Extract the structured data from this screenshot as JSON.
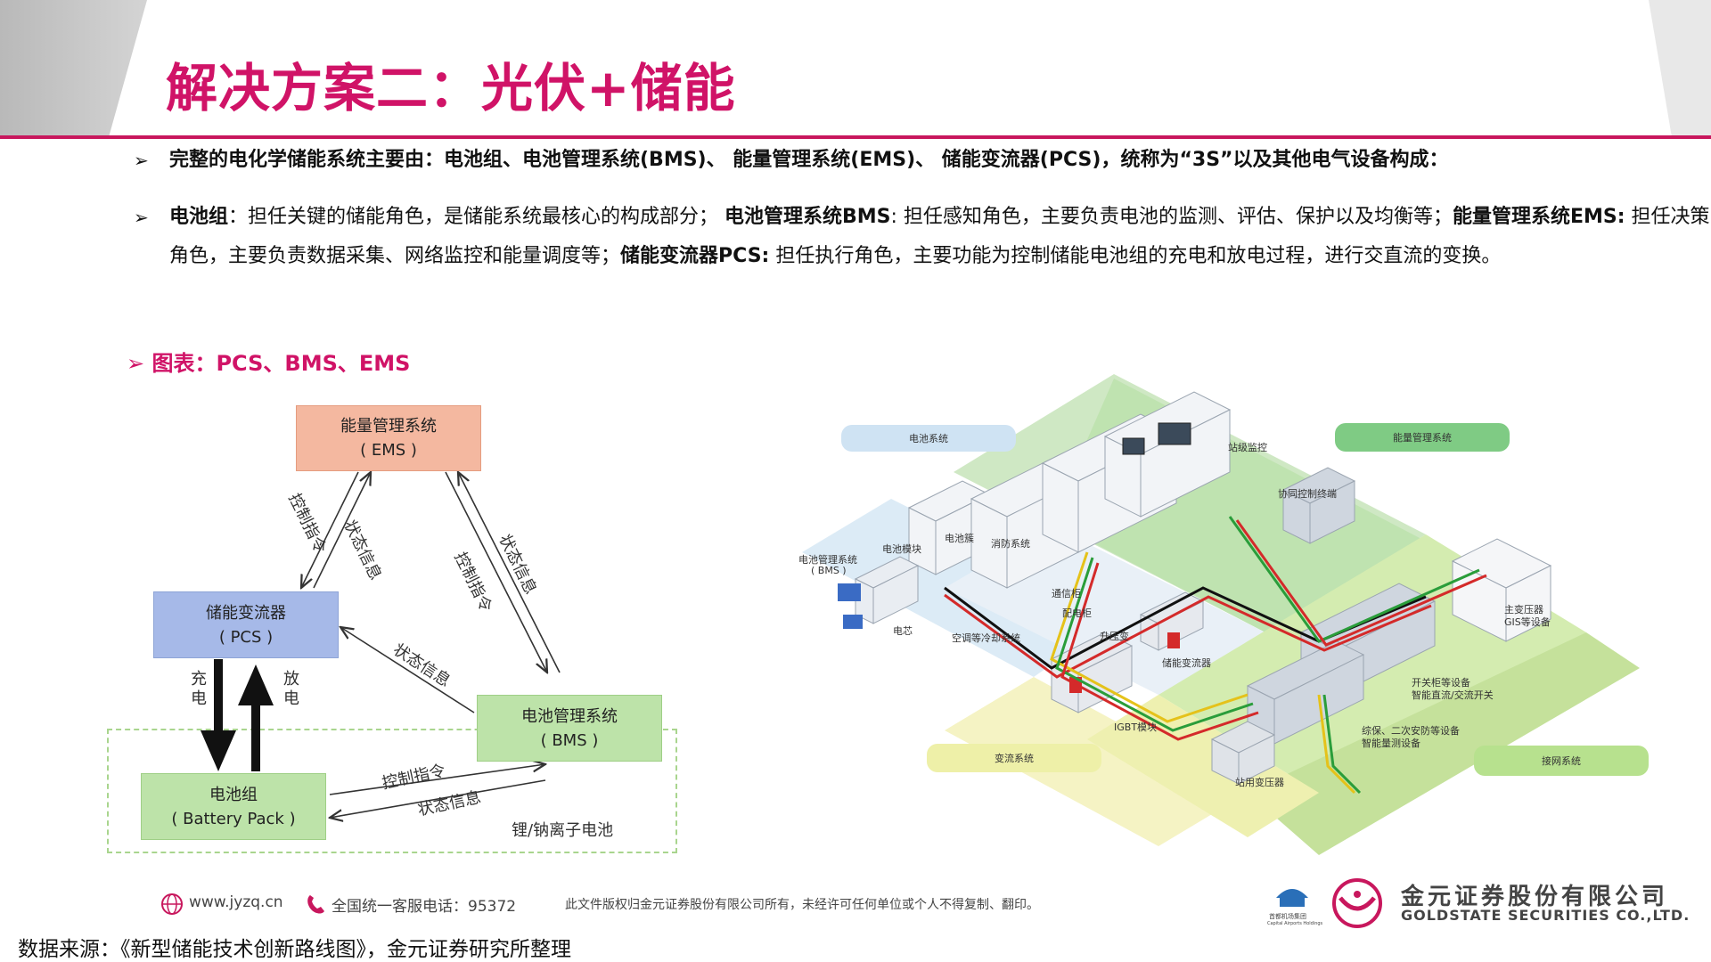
{
  "header": {
    "title": "解决方案二：光伏+储能"
  },
  "bullets": {
    "marker": "➢",
    "b1": "完整的电化学储能系统主要由：电池组、电池管理系统(BMS)、 能量管理系统(EMS)、 储能变流器(PCS)，统称为“3S”以及其他电气设备构成：",
    "b2": {
      "t1": "电池组",
      "t2": "：担任关键的储能角色，是储能系统最核心的构成部分； ",
      "t3": "电池管理系统BMS",
      "t4": ": 担任感知角色，主要负责电池的监测、评估、保护以及均衡等；",
      "t5": "能量管理系统EMS:",
      "t6": " 担任决策角色，主要负责数据采集、网络监控和能量调度等；",
      "t7": "储能变流器PCS:",
      "t8": " 担任执行角色，主要功能为控制储能电池组的充电和放电过程，进行交直流的变换。"
    }
  },
  "figure": {
    "caption": "➢ 图表：PCS、BMS、EMS"
  },
  "left_diagram": {
    "ems": {
      "name": "能量管理系统",
      "abbr": "( EMS )"
    },
    "pcs": {
      "name": "储能变流器",
      "abbr": "( PCS )"
    },
    "bms": {
      "name": "电池管理系统",
      "abbr": "( BMS )"
    },
    "battery": {
      "name": "电池组",
      "abbr": "( Battery Pack )"
    },
    "labels": {
      "ems_pcs_cmd": "控制指令",
      "pcs_ems_state": "状态信息",
      "ems_bms_cmd": "控制指令",
      "bms_ems_state": "状态信息",
      "bms_pcs_state": "状态信息",
      "charge": "充电",
      "discharge": "放电",
      "bat_bms_cmd": "控制指令",
      "bms_bat_state": "状态信息",
      "li_na": "锂/钠离子电池"
    }
  },
  "right_diagram": {
    "zones": {
      "battery_system": "电池系统",
      "energy_mgmt": "能量管理系统",
      "converter_system": "变流系统",
      "grid_system": "接网系统"
    },
    "labels": {
      "station_monitor": "站级监控",
      "coord_control": "协同控制终端",
      "bms": "电池管理系统",
      "bms_abbr": "( BMS )",
      "battery_module": "电池模块",
      "battery_cluster": "电池簇",
      "fire_system": "消防系统",
      "comm_cabinet": "通信柜",
      "distribution_cabinet": "配电柜",
      "cell": "电芯",
      "hvac": "空调等冷却系统",
      "step_up": "升压变",
      "pcs": "储能变流器",
      "igbt": "IGBT模块",
      "main_transformer": "主变压器",
      "gis": "GIS等设备",
      "switchgear": "开关柜等设备",
      "smart_switch": "智能直流/交流开关",
      "protection": "综保、二次安防等设备",
      "metering": "智能量测设备",
      "station_transformer": "站用变压器"
    }
  },
  "footer": {
    "website": "www.jyzq.cn",
    "hotline": "全国统一客服电话：95372",
    "copyright": "此文件版权归金元证券股份有限公司所有，未经许可任何单位或个人不得复制、翻印。",
    "group_name": "首都机场集团",
    "group_en": "Capital Airports Holdings",
    "company_cn": "金元证券股份有限公司",
    "company_en": "GOLDSTATE SECURITIES CO.,LTD."
  },
  "source": "数据来源：《新型储能技术创新路线图》，金元证券研究所整理",
  "colors": {
    "accent": "#d01367",
    "ems": "#f4b8a0",
    "pcs": "#a6b9e8",
    "bms": "#bde3a9"
  }
}
